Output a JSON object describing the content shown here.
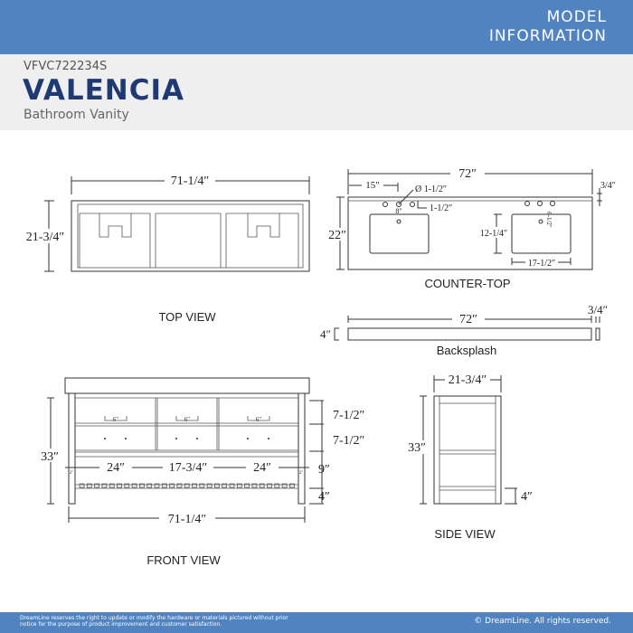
{
  "header": {
    "title_line1": "MODEL",
    "title_line2": "INFORMATION"
  },
  "product": {
    "sku": "VFVC722234S",
    "name": "VALENCIA",
    "type": "Bathroom Vanity"
  },
  "top_view": {
    "label": "TOP VIEW",
    "width": "71-1/4″",
    "depth": "21-3/4″"
  },
  "counter_top": {
    "label": "COUNTER-TOP",
    "width": "72″",
    "depth": "22″",
    "thickness": "3/4″",
    "sink_offset": "15″",
    "hole_diameter": "Ø 1-1/2″",
    "hole_spread": "8″",
    "hole_edge": "1-1/2″",
    "sink_depth": "12-1/4″",
    "sink_width": "17-1/2″",
    "faucet_offset": "6-1/2″"
  },
  "backsplash": {
    "label": "Backsplash",
    "width": "72″",
    "height": "4″",
    "thickness": "3/4″"
  },
  "front_view": {
    "label": "FRONT VIEW",
    "height": "33″",
    "width": "71-1/4″",
    "drawer_height_1": "7-1/2″",
    "drawer_height_2": "7-1/2″",
    "shelf_gap": "9″",
    "base": "4″",
    "left_bay": "24″",
    "center_bay": "17-3/4″",
    "right_bay": "24″",
    "leg": "2″",
    "handle": "6″"
  },
  "side_view": {
    "label": "SIDE VIEW",
    "depth": "21-3/4″",
    "height": "33″",
    "base": "4″"
  },
  "footer": {
    "disclaimer": "DreamLine reserves the right to update or modify the hardware or materials pictured without prior notice for the purpose of product improvement and customer satisfaction.",
    "copyright": "© DreamLine. All rights reserved."
  }
}
